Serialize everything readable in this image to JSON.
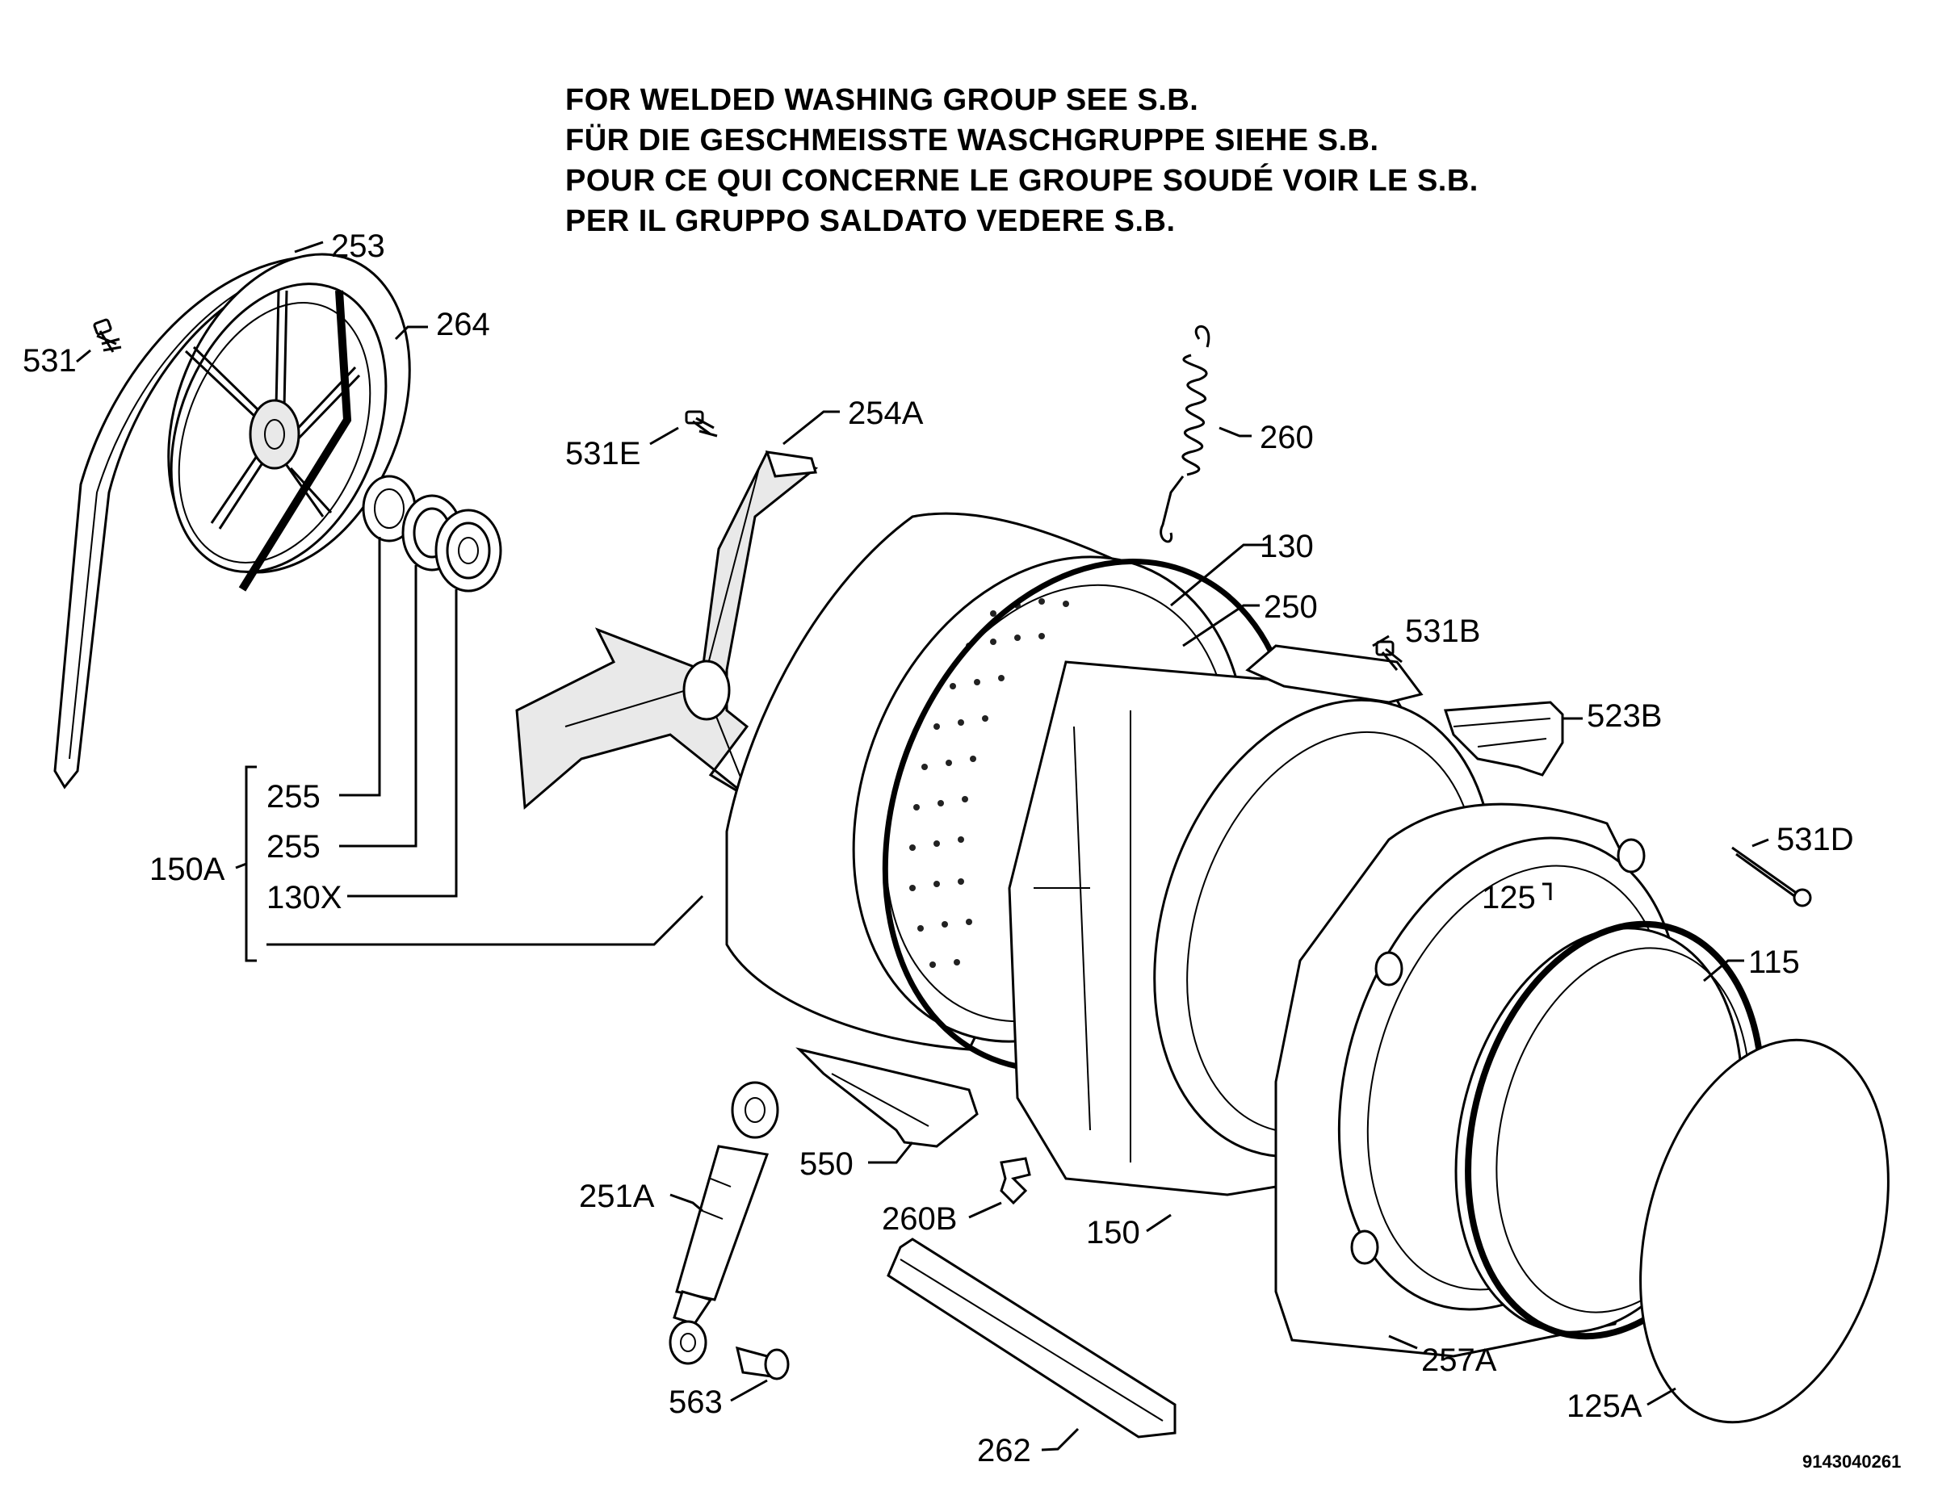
{
  "notes": [
    "FOR WELDED WASHING GROUP SEE S.B.",
    "FÜR DIE GESCHMEISSTE WASCHGRUPPE SIEHE S.B.",
    "POUR CE QUI CONCERNE LE GROUPE SOUDÉ VOIR LE S.B.",
    "PER IL GRUPPO SALDATO VEDERE S.B."
  ],
  "labels": {
    "p253": "253",
    "p264": "264",
    "p531": "531",
    "p531E": "531E",
    "p254A": "254A",
    "p260": "260",
    "p130": "130",
    "p250": "250",
    "p531B": "531B",
    "p523B": "523B",
    "p531D": "531D",
    "p255a": "255",
    "p255b": "255",
    "p130X": "130X",
    "p150A": "150A",
    "p125": "125",
    "p115": "115",
    "p550": "550",
    "p251A": "251A",
    "p260B": "260B",
    "p150": "150",
    "p257A": "257A",
    "p125A": "125A",
    "p563": "563",
    "p262": "262"
  },
  "doc_number": "9143040261"
}
